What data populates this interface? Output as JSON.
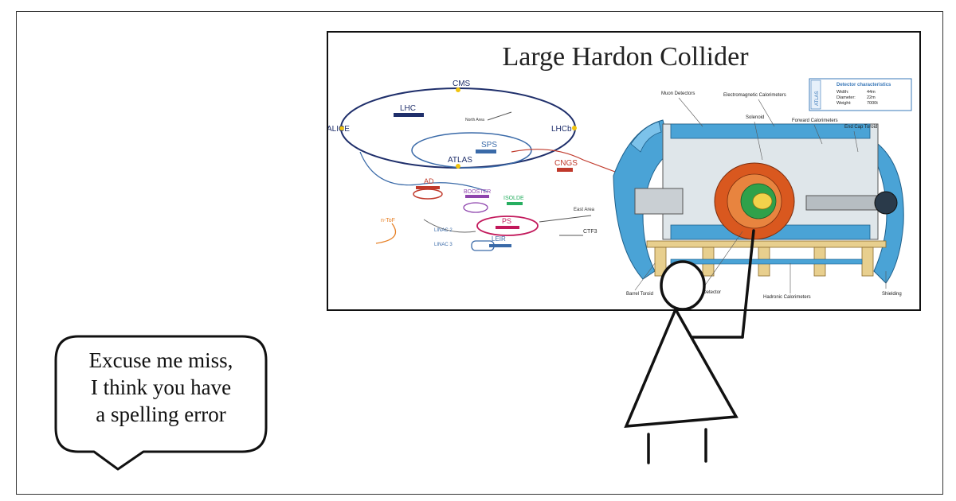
{
  "board": {
    "title": "Large Hardon Collider"
  },
  "speech_bubble": {
    "lines": [
      "Excuse me miss,",
      "I think you have",
      "a spelling error"
    ]
  },
  "accelerator_diagram": {
    "labels": {
      "cms": "CMS",
      "lhc": "LHC",
      "alice": "ALICE",
      "lhcb": "LHCb",
      "sps": "SPS",
      "atlas": "ATLAS",
      "cngs": "CNGS",
      "ad": "AD",
      "booster": "BOOSTER",
      "isolde": "ISOLDE",
      "ps": "PS",
      "leir": "LEIR",
      "linac2": "LINAC 2",
      "linac3": "LINAC 3",
      "ctf3": "CTF3",
      "ntof": "n-ToF",
      "north_area": "North Area",
      "east_area": "East Area"
    }
  },
  "detector_diagram": {
    "labels": {
      "muon": "Muon Detectors",
      "em_cal": "Electromagnetic Calorimeters",
      "solenoid": "Solenoid",
      "forward_cal": "Forward Calorimeters",
      "endcap": "End Cap Toroid",
      "barrel": "Barrel Toroid",
      "inner": "Inner Detector",
      "hadronic": "Hadronic Calorimeters",
      "shielding": "Shielding"
    },
    "legend": {
      "logo": "ATLAS",
      "heading": "Detector characteristics",
      "rows": [
        {
          "k": "Width:",
          "v": "44m"
        },
        {
          "k": "Diameter:",
          "v": "22m"
        },
        {
          "k": "Weight:",
          "v": "7000t"
        }
      ]
    }
  },
  "colors": {
    "detector_blue": "#4aa3d6",
    "detector_orange": "#d9581f",
    "support_tan": "#e8cf8e",
    "ring_navy": "#1f2f6b"
  }
}
